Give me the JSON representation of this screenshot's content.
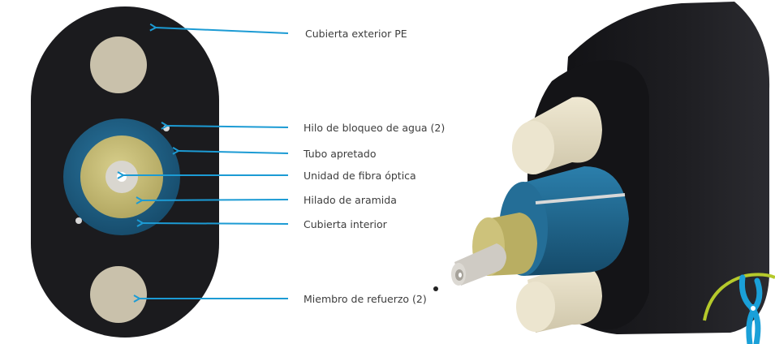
{
  "colors": {
    "jacket": "#1b1b1e",
    "strength_member": "#c9c1ab",
    "tight_tube": "#1e5f86",
    "aramid": "#cbc07a",
    "fiber_unit": "#d9d6cf",
    "arrow": "#1c9bd4",
    "label_text": "#3d3d3d",
    "logo_blue": "#1aa0d8",
    "logo_green": "#b5c92b"
  },
  "labels": [
    {
      "id": "outer-jacket",
      "text": "Cubierta exterior PE"
    },
    {
      "id": "water-blocking-yarn",
      "text": "Hilo de bloqueo de agua (2)"
    },
    {
      "id": "tight-tube",
      "text": "Tubo apretado"
    },
    {
      "id": "fiber-unit",
      "text": "Unidad de fibra óptica"
    },
    {
      "id": "aramid-yarn",
      "text": "Hilado de aramida"
    },
    {
      "id": "inner-jacket",
      "text": "Cubierta interior"
    },
    {
      "id": "strength-member",
      "text": "Miembro de refuerzo (2)"
    }
  ],
  "icons": {
    "logo": "pliers-logo-icon"
  }
}
